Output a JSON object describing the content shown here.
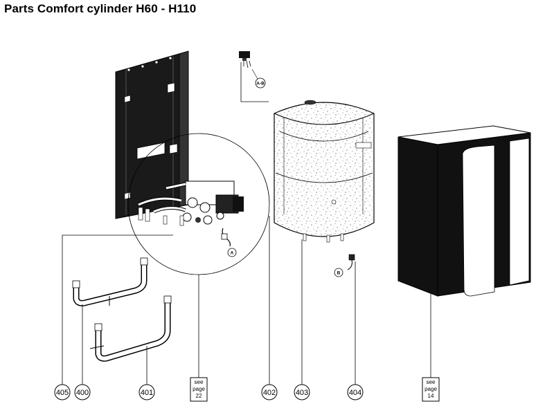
{
  "title": "Parts Comfort cylinder H60 - H110",
  "callouts": {
    "c405": "405",
    "c400": "400",
    "c401": "401",
    "c402": "402",
    "c403": "403",
    "c404": "404"
  },
  "see_boxes": {
    "box1": {
      "line1": "see",
      "line2": "page",
      "line3": "22"
    },
    "box2": {
      "line1": "see",
      "line2": "page",
      "line3": "14"
    }
  },
  "detail_labels": {
    "ab": "A-B",
    "a": "A",
    "b": "B"
  }
}
